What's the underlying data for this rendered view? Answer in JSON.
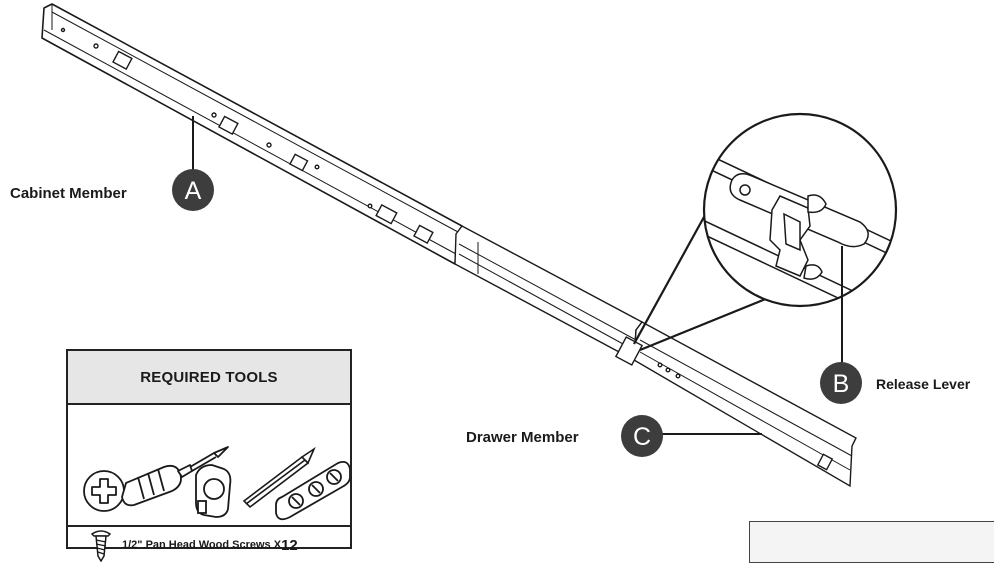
{
  "callouts": {
    "a": {
      "letter": "A",
      "label": "Cabinet Member"
    },
    "b": {
      "letter": "B",
      "label": "Release Lever"
    },
    "c": {
      "letter": "C",
      "label": "Drawer Member"
    }
  },
  "tools": {
    "title": "REQUIRED TOOLS",
    "items": [
      "screwdriver-icon",
      "tape-measure-icon",
      "pencil-icon",
      "drill-guide-icon"
    ]
  },
  "screws": {
    "text": "1/2\" Pan Head Wood Screws X",
    "qty": "12"
  },
  "colors": {
    "callout_fill": "#3d3d3d",
    "line": "#1a1a1a",
    "box_header": "#e6e6e6"
  }
}
